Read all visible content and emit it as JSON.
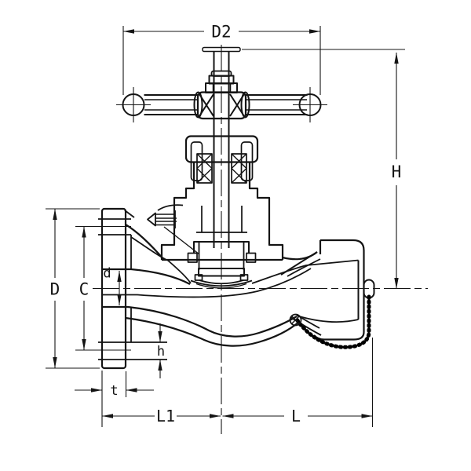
{
  "drawing": {
    "figure": "globe-valve-sectional-drawing",
    "colors": {
      "line": "#141414",
      "background": "#ffffff",
      "chain": "#000000"
    },
    "labels": {
      "d2": "D2",
      "h": "H",
      "flange_d": "D",
      "bolt_circle_c": "C",
      "bore_d": "d",
      "hole_h": "h",
      "thickness_t": "t",
      "l1": "L1",
      "l": "L"
    }
  }
}
